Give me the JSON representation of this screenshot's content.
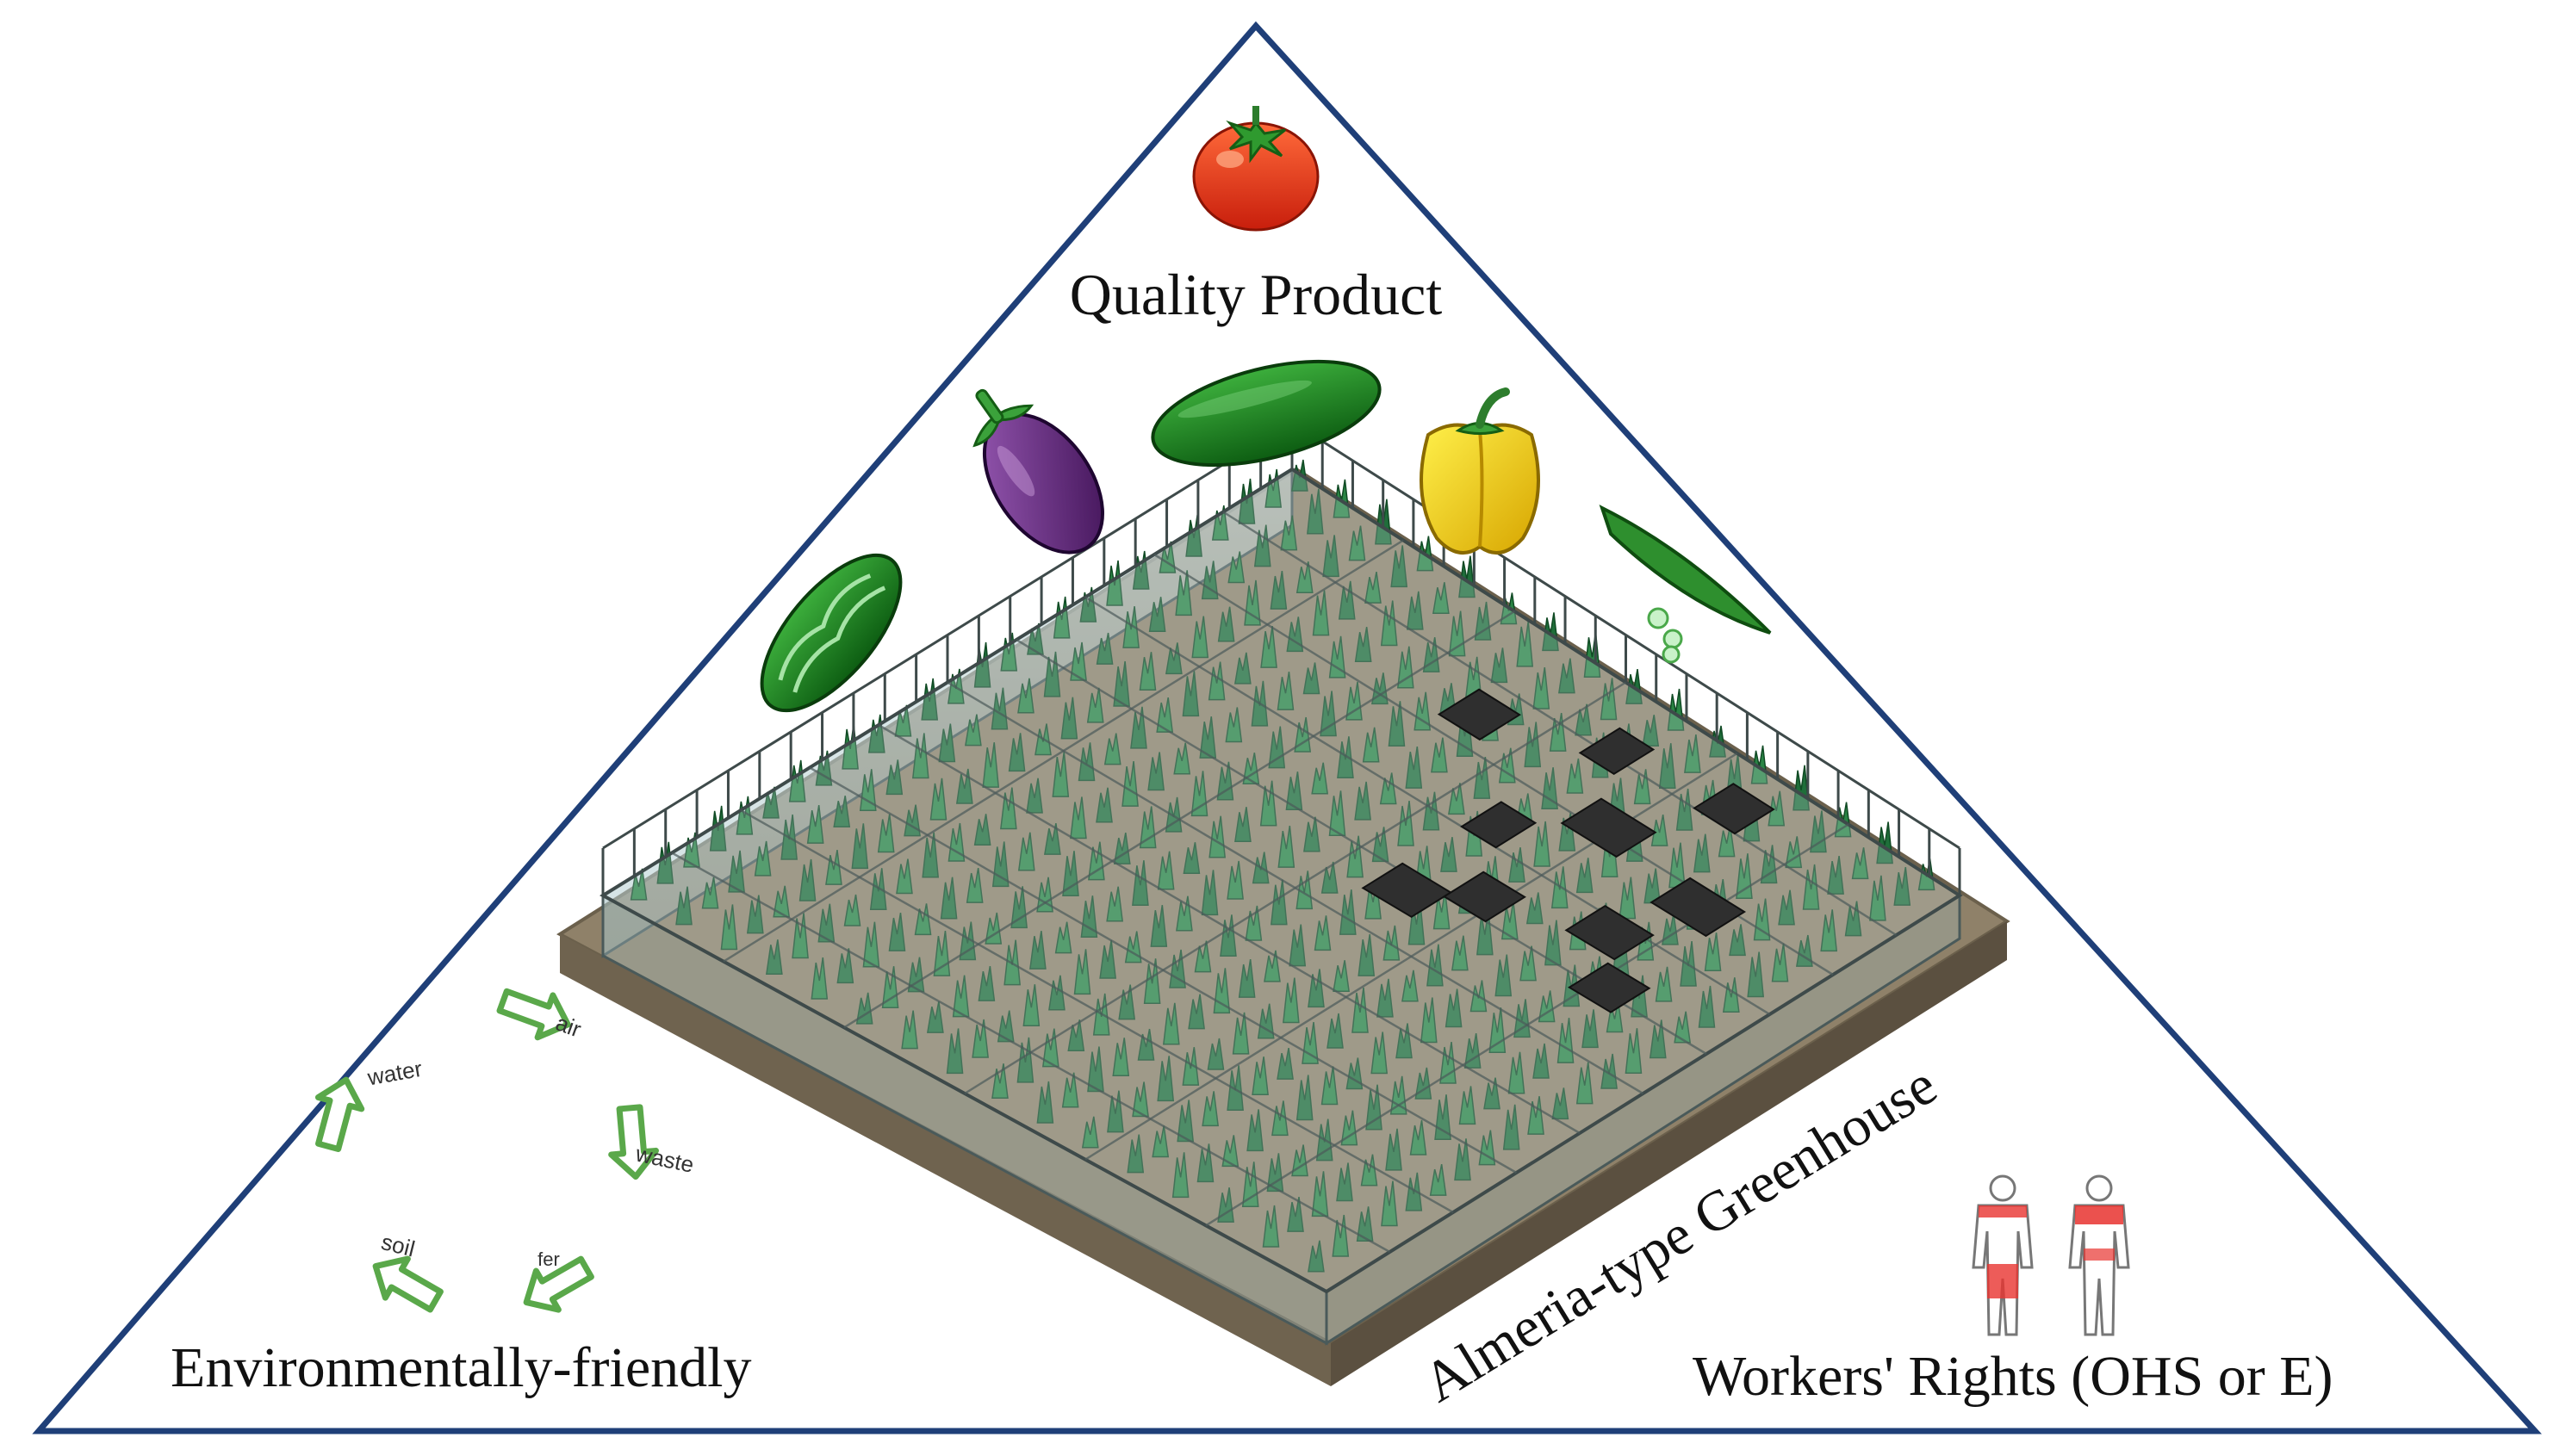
{
  "labels": {
    "top": "Quality Product",
    "left": "Environmentally-friendly",
    "right": "Workers' Rights (OHS or E)",
    "center": "Almeria-type Greenhouse"
  },
  "cycle": [
    "water",
    "air",
    "waste",
    "fer",
    "soil"
  ],
  "colors": {
    "triangle": "#1f3f78",
    "plant": "#1f6e3a",
    "soil": "#8f8169",
    "glass": "#b9d3d5",
    "arrow": "#5aa84a",
    "highlight": "#e8332f"
  }
}
